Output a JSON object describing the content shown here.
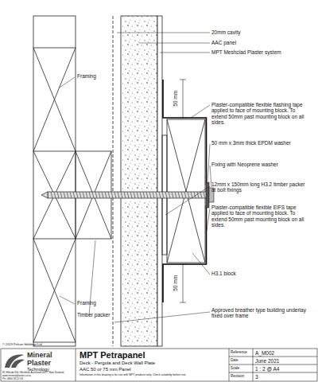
{
  "diagram": {
    "title": "MPT Petrapanel",
    "labels": [
      "20mm cavity",
      "AAC panel",
      "MPT Meshclad Plaster system",
      "Framing",
      "50 mm",
      "Plaster-compatible flexible flashing tape applied to face of mounting block. To extend 50mm past mounting block on all sides.",
      "50 mm x 3mm thick EPDM washer",
      "Fixing with Neoprene washer",
      "12mm x 150mm long H3.2 timber packer at bolt fixings",
      "50 mm",
      "Plaster-compatible flexible EIFS tape applied to face of mounting block. To extend 50mm past mounting block on all sides.",
      "H3.1 block",
      "Framing",
      "Timber packer",
      "Approved breather type building underlay fixed over frame",
      "© 2019 Pelcoe Holdings Ltd",
      "Mineral",
      "Plaster",
      "Technology",
      "81 Hillside Rd, Glenfield, Auckland 0627, New Zealand",
      "www.mineralplaster.co.nz",
      "Ph: 0800 33 22 63",
      "Deck - Pergola and Deck Wall Plate",
      "AAC 50 or 75 mm Panel",
      "Information in this drawing is for use with MPT products only. Check suitability before use.",
      "Reference",
      "A_M002",
      "Date",
      "June 2021",
      "Scale",
      "1 : 2 @ A4",
      "Revision",
      "3"
    ]
  }
}
